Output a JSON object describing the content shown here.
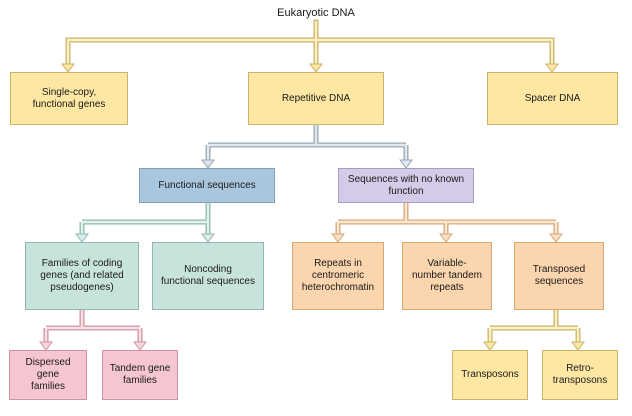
{
  "title": "Eukaryotic DNA",
  "nodes": {
    "single_copy": "Single-copy,\nfunctional genes",
    "repetitive": "Repetitive DNA",
    "spacer": "Spacer DNA",
    "functional": "Functional sequences",
    "no_function": "Sequences with no known\nfunction",
    "families": "Families of coding\ngenes (and related\npseudogenes)",
    "noncoding": "Noncoding\nfunctional sequences",
    "centromeric": "Repeats in\ncentromeric\nheterochromatin",
    "vntr": "Variable-\nnumber tandem\nrepeats",
    "transposed": "Transposed\nsequences",
    "dispersed": "Dispersed gene\nfamilies",
    "tandem": "Tandem gene\nfamilies",
    "transposons": "Transposons",
    "retro": "Retro-\ntransposons"
  }
}
